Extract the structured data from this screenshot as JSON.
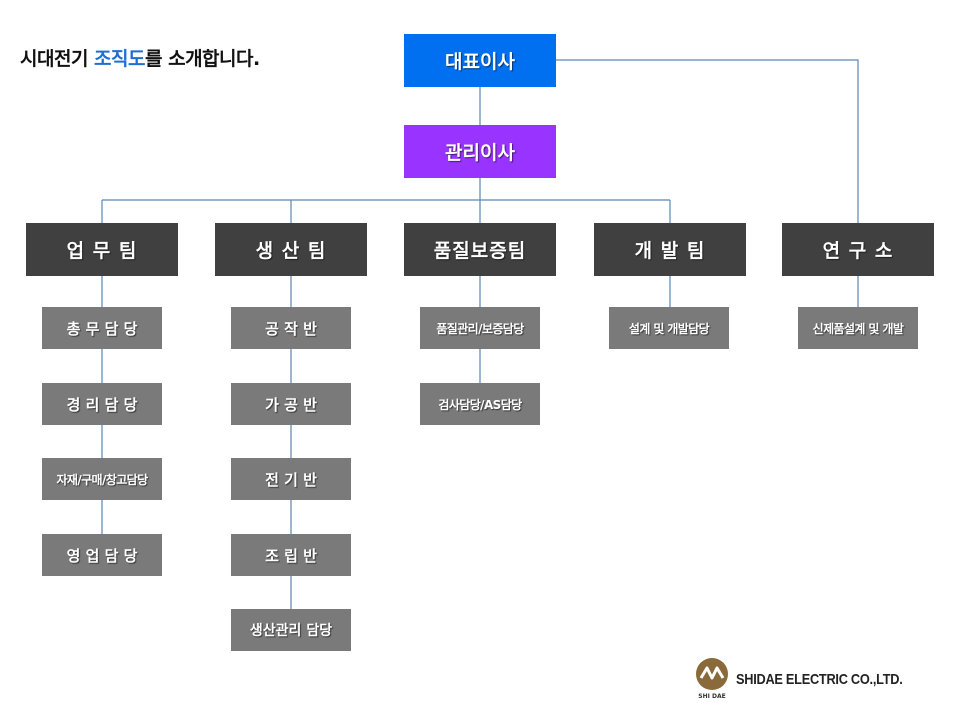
{
  "title": {
    "prefix": "시대전기 ",
    "highlight": "조직도",
    "suffix": "를 소개합니다."
  },
  "colors": {
    "ceo": "#0070f0",
    "director": "#9933ff",
    "team": "#404040",
    "unit": "#7a7a7a",
    "line": "#5b87b5",
    "accent": "#1f6fd1"
  },
  "ceo": "대표이사",
  "director": "관리이사",
  "teams": [
    {
      "name": "업 무 팀",
      "units": [
        "총 무 담 당",
        "경 리 담 당",
        "자재/구매/창고담당",
        "영 업 담 당"
      ]
    },
    {
      "name": "생 산 팀",
      "units": [
        "공 작 반",
        "가 공 반",
        "전 기 반",
        "조 립 반",
        "생산관리 담당"
      ]
    },
    {
      "name": "품질보증팀",
      "units": [
        "품질관리/보증담당",
        "검사담당/AS담당"
      ]
    },
    {
      "name": "개 발 팀",
      "units": [
        "설계 및 개발담당"
      ]
    },
    {
      "name": "연 구 소",
      "units": [
        "신제품설계 및 개발"
      ]
    }
  ],
  "logo": {
    "text": "SHIDAE ELECTRIC CO.,LTD.",
    "icon": "shidae-logo-icon",
    "seal_text": "SHI DAE"
  }
}
